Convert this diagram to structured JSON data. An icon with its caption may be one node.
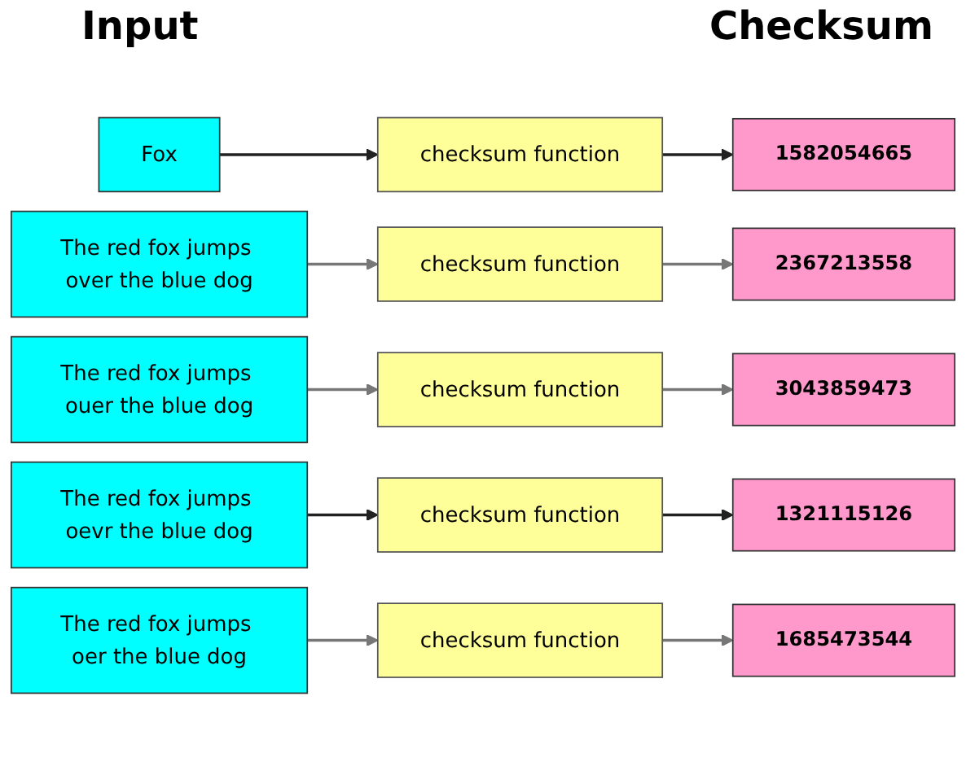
{
  "diagram": {
    "nodes": [
      {
        "text": [
          "Fox"
        ]
      },
      {
        "text": [
          "checksum function"
        ]
      },
      {
        "text": [
          "1582054665"
        ]
      },
      {
        "text": [
          "The red fox jumps over the blue dog"
        ]
      },
      {
        "text": [
          "checksum function"
        ]
      },
      {
        "text": [
          "2367213558"
        ]
      },
      {
        "text": [
          "The red fox jumps ouer the blue dog"
        ]
      },
      {
        "text": [
          "checksum function"
        ]
      },
      {
        "text": [
          "3043859473"
        ]
      },
      {
        "text": [
          "The red fox jumps oevr the blue dog"
        ]
      },
      {
        "text": [
          "checksum function"
        ]
      },
      {
        "text": [
          "1321115126"
        ]
      },
      {
        "text": [
          "The red fox jumps oer the blue dog"
        ]
      },
      {
        "text": [
          "checksum function"
        ]
      },
      {
        "text": [
          "1685473544"
        ]
      }
    ],
    "edges": [
      {
        "from": 0,
        "to": 1,
        "arrow": "to",
        "color": "#222222"
      },
      {
        "from": 1,
        "to": 2,
        "arrow": "to",
        "color": "#222222"
      },
      {
        "from": 3,
        "to": 4,
        "arrow": "to"
      },
      {
        "from": 4,
        "to": 5,
        "arrow": "to"
      },
      {
        "from": 6,
        "to": 7,
        "arrow": "to"
      },
      {
        "from": 7,
        "to": 8,
        "arrow": "to"
      },
      {
        "from": 9,
        "to": 10,
        "arrow": "to",
        "color": "#222222"
      },
      {
        "from": 10,
        "to": 11,
        "arrow": "to",
        "color": "#222222"
      },
      {
        "from": 12,
        "to": 13,
        "arrow": "to"
      },
      {
        "from": 13,
        "to": 14,
        "arrow": "to"
      }
    ],
    "labels": [
      "Input",
      "Checksum"
    ]
  }
}
